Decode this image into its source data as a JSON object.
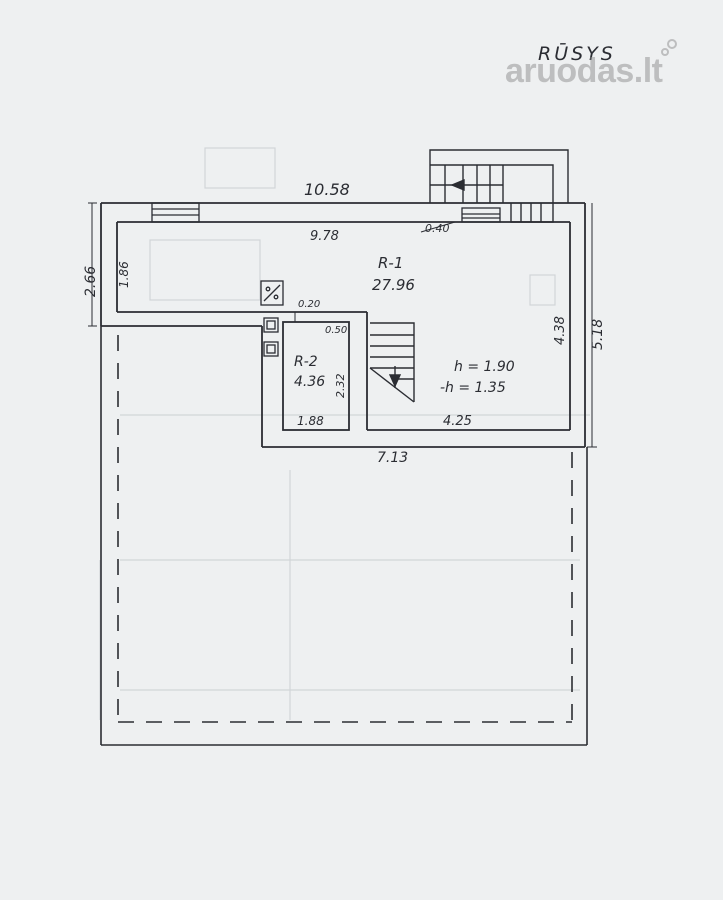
{
  "sheet_title": "RŪSYS",
  "watermark": {
    "text": "aruodas.lt"
  },
  "colors": {
    "ink": "#2b2d33",
    "paper": "#eef0f1",
    "watermark": "#9a9a9a"
  },
  "rooms": [
    {
      "id": "R-1",
      "area": "27.96"
    },
    {
      "id": "R-2",
      "area": "4.36"
    }
  ],
  "dimensions": {
    "outer_top": "10.58",
    "inner_top": "9.78",
    "left_height": "2.66",
    "inner_left_height": "1.86",
    "right_outer": "5.18",
    "right_inner": "4.38",
    "opening_top": "0.40",
    "r2_top_gap": "0.20",
    "r2_wall": "0.50",
    "r2_height": "2.32",
    "r2_width": "1.88",
    "bottom_inner": "4.25",
    "bottom_outer": "7.13"
  },
  "heights": {
    "h": "h = 1.90",
    "minus_h": "-h = 1.35"
  }
}
